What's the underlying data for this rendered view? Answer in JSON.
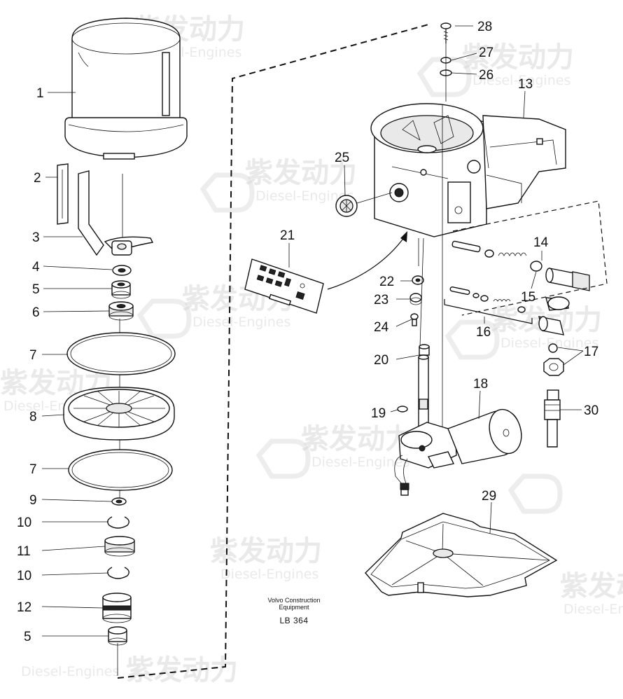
{
  "watermark": {
    "brand_cn": "紫发动力",
    "brand_en": "Diesel-Engines"
  },
  "caption": {
    "line1": "Volvo Construction",
    "line2": "Equipment",
    "code": "LB 364"
  },
  "callouts": {
    "c1": "1",
    "c2": "2",
    "c3": "3",
    "c4": "4",
    "c5a": "5",
    "c6": "6",
    "c7a": "7",
    "c8": "8",
    "c7b": "7",
    "c9": "9",
    "c10a": "10",
    "c11": "11",
    "c10b": "10",
    "c12": "12",
    "c5b": "5",
    "c28": "28",
    "c27": "27",
    "c26": "26",
    "c13": "13",
    "c25": "25",
    "c21": "21",
    "c14": "14",
    "c15": "15",
    "c22": "22",
    "c23": "23",
    "c24": "24",
    "c16": "16",
    "c17": "17",
    "c20": "20",
    "c18": "18",
    "c19": "19",
    "c30": "30",
    "c29": "29"
  },
  "colors": {
    "line": "#111111",
    "watermark": "#d8d8d8"
  }
}
